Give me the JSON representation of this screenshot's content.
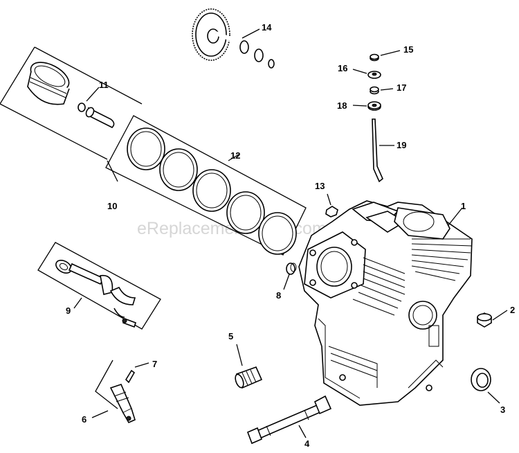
{
  "watermark": "eReplacementParts.com",
  "callouts": [
    {
      "id": "label-1",
      "text": "1"
    },
    {
      "id": "label-2",
      "text": "2"
    },
    {
      "id": "label-3",
      "text": "3"
    },
    {
      "id": "label-4",
      "text": "4"
    },
    {
      "id": "label-5",
      "text": "5"
    },
    {
      "id": "label-6",
      "text": "6"
    },
    {
      "id": "label-7",
      "text": "7"
    },
    {
      "id": "label-8",
      "text": "8"
    },
    {
      "id": "label-9",
      "text": "9"
    },
    {
      "id": "label-10",
      "text": "10"
    },
    {
      "id": "label-11",
      "text": "11"
    },
    {
      "id": "label-12",
      "text": "12"
    },
    {
      "id": "label-13",
      "text": "13"
    },
    {
      "id": "label-14",
      "text": "14"
    },
    {
      "id": "label-15",
      "text": "15"
    },
    {
      "id": "label-16",
      "text": "16"
    },
    {
      "id": "label-17",
      "text": "17"
    },
    {
      "id": "label-18",
      "text": "18"
    },
    {
      "id": "label-19",
      "text": "19"
    }
  ]
}
